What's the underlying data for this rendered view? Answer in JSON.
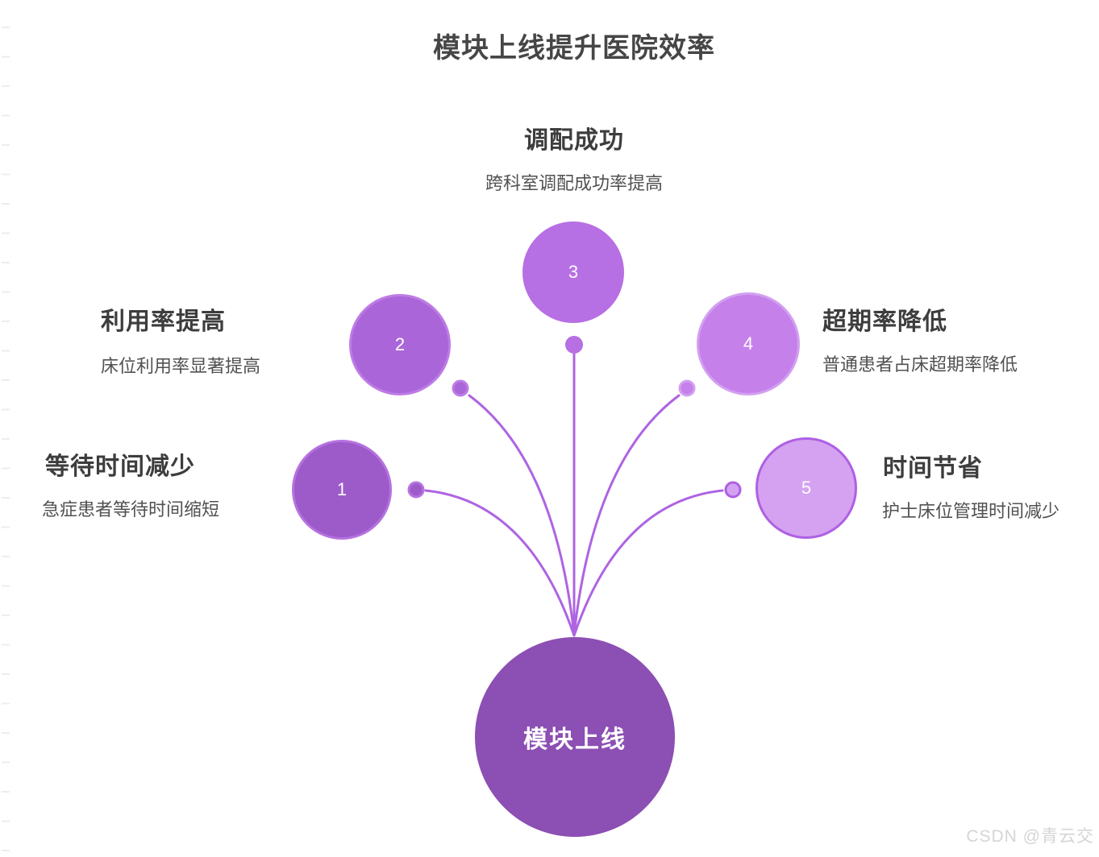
{
  "page_title": "模块上线提升医院效率",
  "watermark": "CSDN @青云交",
  "center_node": {
    "label": "模块上线",
    "fill": "#8c4fb3"
  },
  "connector_color": "#ae64e2",
  "text_colors": {
    "main_title": "#464646",
    "node_title": "#3d3d3d",
    "node_desc": "#515151",
    "watermark": "#d5d5d5"
  },
  "nodes": [
    {
      "number": "1",
      "title": "等待时间减少",
      "desc": "急症患者等待时间缩短",
      "fill": "#9c5bc9",
      "stroke": "#b672e0"
    },
    {
      "number": "2",
      "title": "利用率提高",
      "desc": "床位利用率显著提高",
      "fill": "#aa66d8",
      "stroke": "#bd7ce6"
    },
    {
      "number": "3",
      "title": "调配成功",
      "desc": "跨科室调配成功率提高",
      "fill": "#b76fe4",
      "stroke": "#b76fe4"
    },
    {
      "number": "4",
      "title": "超期率降低",
      "desc": "普通患者占床超期率降低",
      "fill": "#c680ea",
      "stroke": "#d2a0f1"
    },
    {
      "number": "5",
      "title": "时间节省",
      "desc": "护士床位管理时间减少",
      "fill": "#d5a2f1",
      "stroke": "#ae60e3"
    }
  ]
}
